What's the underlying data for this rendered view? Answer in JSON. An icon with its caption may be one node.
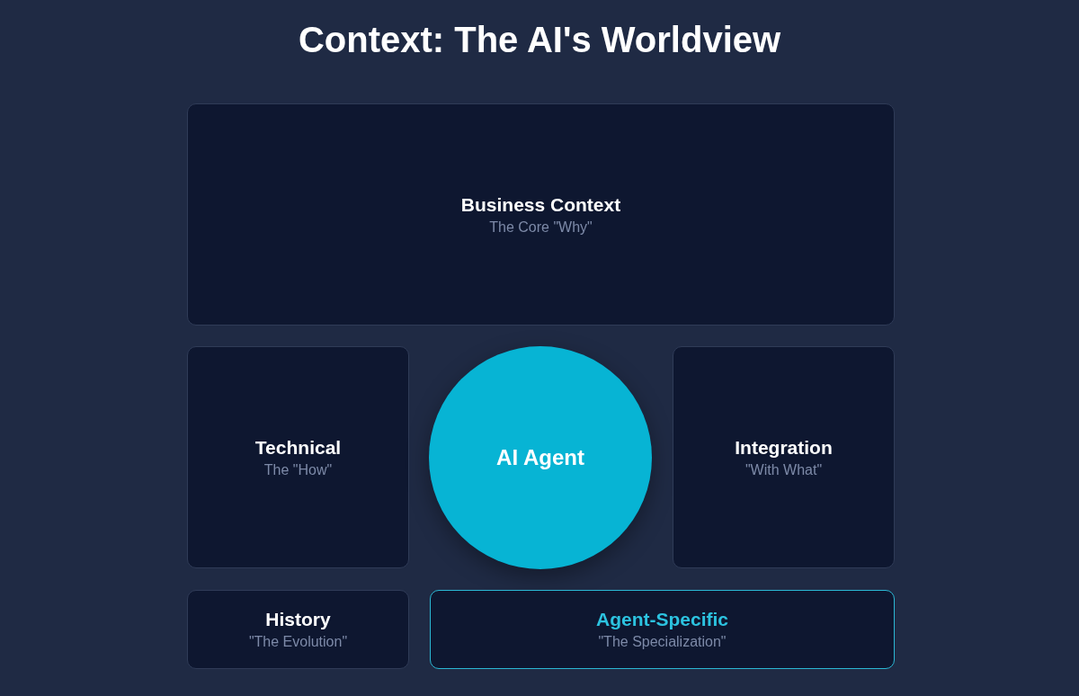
{
  "diagram": {
    "title": "Context: The AI's Worldview",
    "nodes": [
      {
        "text": [
          "Business Context",
          "The Core \"Why\""
        ]
      },
      {
        "text": [
          "Technical",
          "The \"How\""
        ]
      },
      {
        "text": [
          "AI Agent"
        ]
      },
      {
        "text": [
          "Integration",
          "\"With What\""
        ]
      },
      {
        "text": [
          "History",
          "\"The Evolution\""
        ]
      },
      {
        "text": [
          "Agent-Specific",
          "\"The Specialization\""
        ]
      }
    ]
  }
}
